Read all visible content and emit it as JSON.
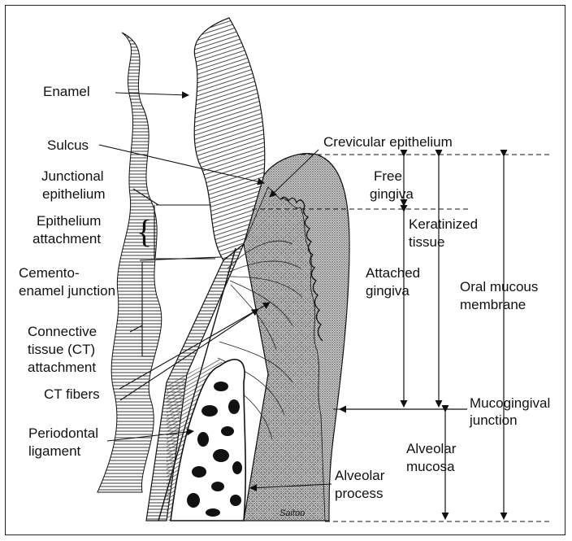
{
  "labels": {
    "enamel": "Enamel",
    "sulcus": "Sulcus",
    "crevicular_epithelium": "Crevicular epithelium",
    "junctional_epithelium": [
      "Junctional",
      "epithelium"
    ],
    "epithelium_attachment": [
      "Epithelium",
      "attachment"
    ],
    "cemento_enamel_junction": [
      "Cemento-",
      "enamel junction"
    ],
    "connective_tissue_attachment": [
      "Connective",
      "tissue (CT)",
      "attachment"
    ],
    "ct_fibers": "CT fibers",
    "periodontal_ligament": [
      "Periodontal",
      "ligament"
    ],
    "free_gingiva": [
      "Free",
      "gingiva"
    ],
    "keratinized_tissue": [
      "Keratinized",
      "tissue"
    ],
    "attached_gingiva": [
      "Attached",
      "gingiva"
    ],
    "oral_mucous_membrane": [
      "Oral mucous",
      "membrane"
    ],
    "mucogingival_junction": [
      "Mucogingival",
      "junction"
    ],
    "alveolar_mucosa": [
      "Alveolar",
      "mucosa"
    ],
    "alveolar_process": [
      "Alveolar",
      "process"
    ]
  },
  "signature": "Saitoo",
  "colors": {
    "ink": "#111111",
    "background": "#ffffff",
    "stipple": "#555555",
    "gingiva_dark": "#7a7a7a"
  }
}
